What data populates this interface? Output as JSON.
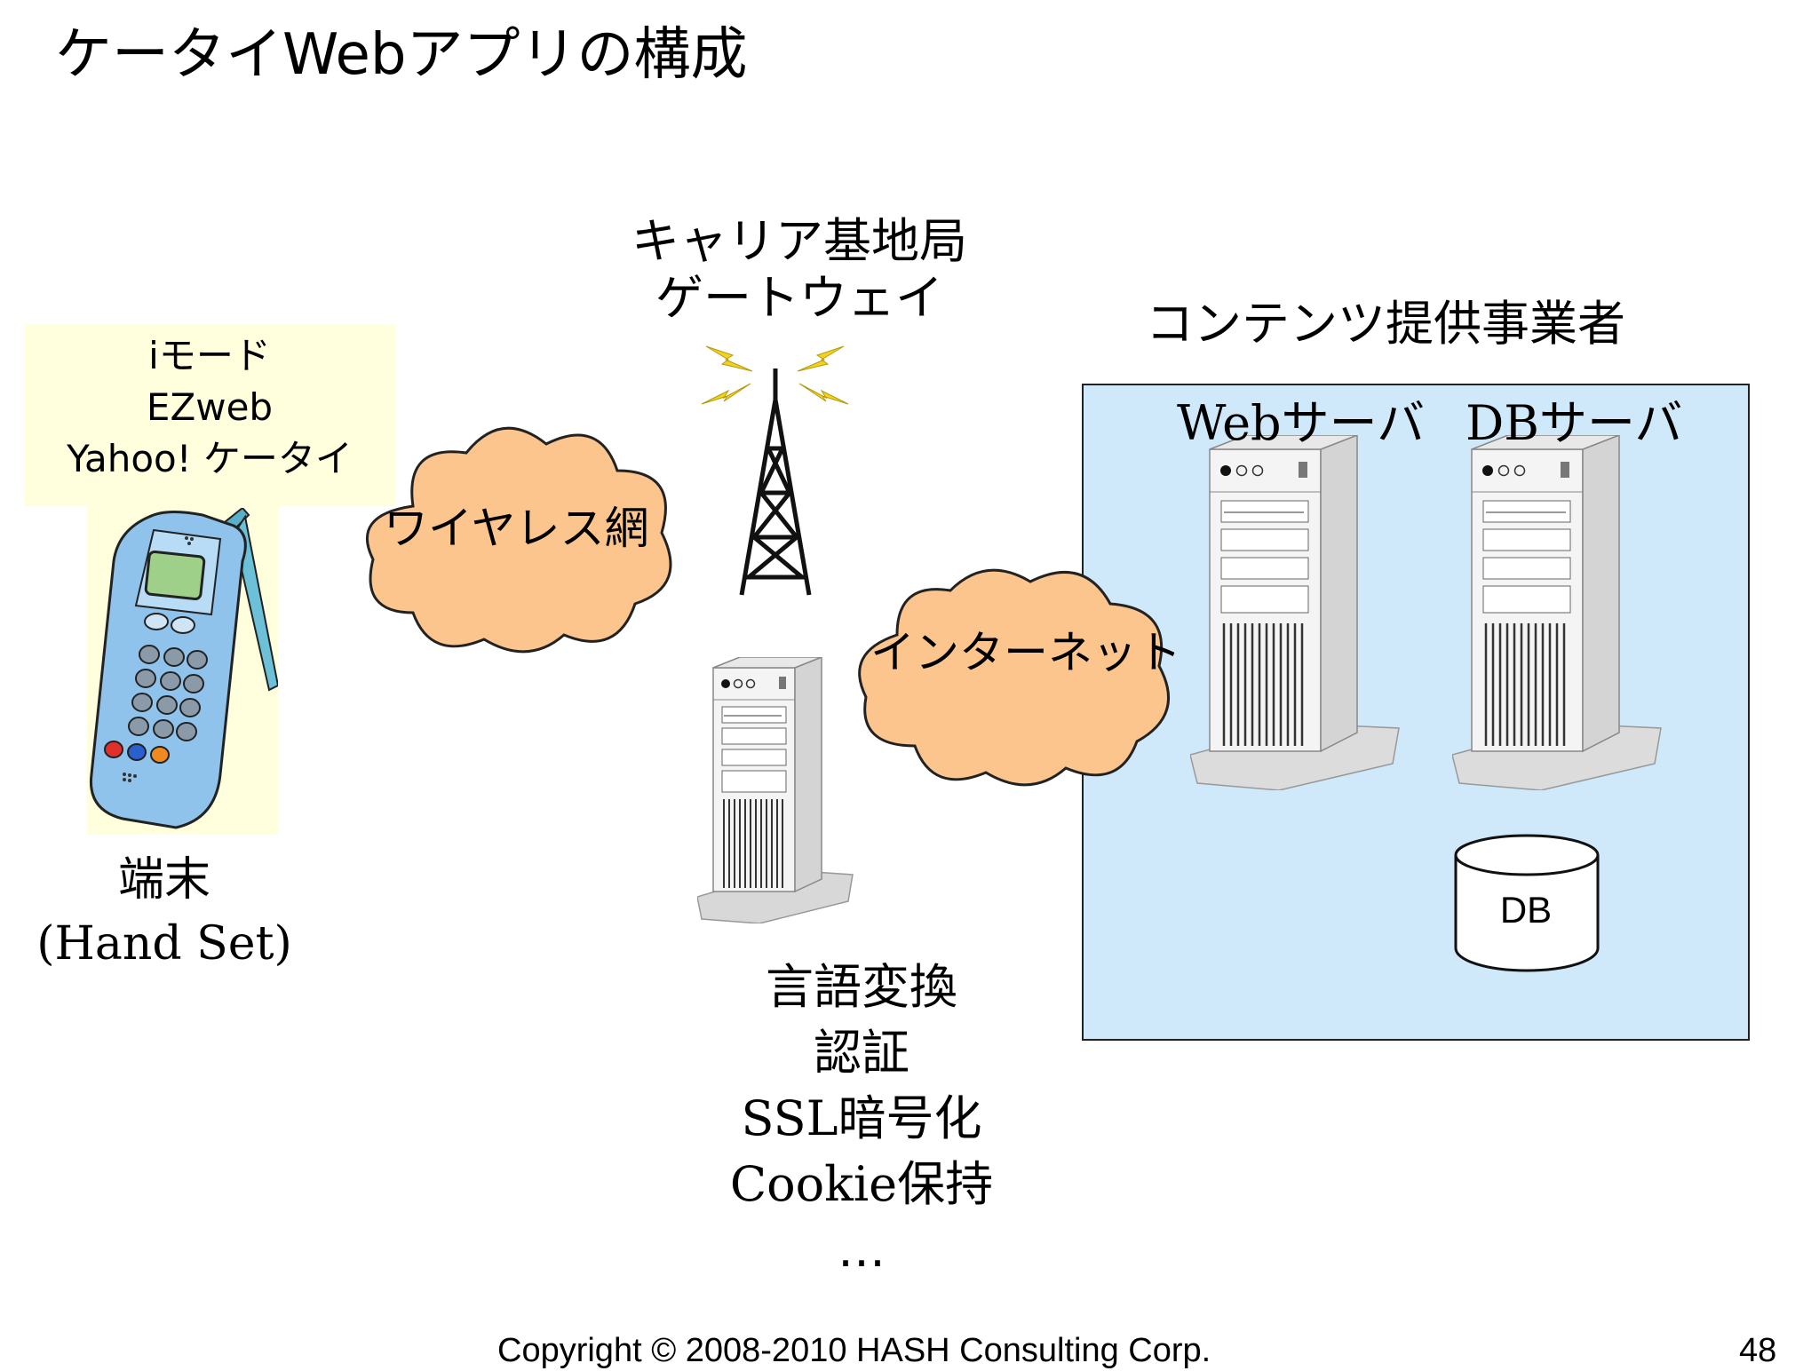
{
  "title": "ケータイWebアプリの構成",
  "handset": {
    "carrier_services": [
      "iモード",
      "EZweb",
      "Yahoo! ケータイ"
    ],
    "label_ja": "端末",
    "label_en": "(Hand Set)"
  },
  "wireless_cloud": {
    "label": "ワイヤレス網"
  },
  "gateway": {
    "label_line1": "キャリア基地局",
    "label_line2": "ゲートウェイ",
    "functions": [
      "言語変換",
      "認証",
      "SSL暗号化",
      "Cookie保持",
      "…"
    ]
  },
  "internet_cloud": {
    "label": "インターネット"
  },
  "provider": {
    "label": "コンテンツ提供事業者",
    "web_server": "Webサーバ",
    "db_server": "DBサーバ",
    "db": "DB"
  },
  "footer": {
    "copyright": "Copyright © 2008-2010 HASH Consulting Corp.",
    "page": "48"
  },
  "colors": {
    "cloud_fill": "#fcc58e",
    "provider_bg": "#cfe9fb",
    "carrier_bg": "#ffffdd",
    "phone_body": "#8fc3ec",
    "bolt": "#f4d21c"
  }
}
